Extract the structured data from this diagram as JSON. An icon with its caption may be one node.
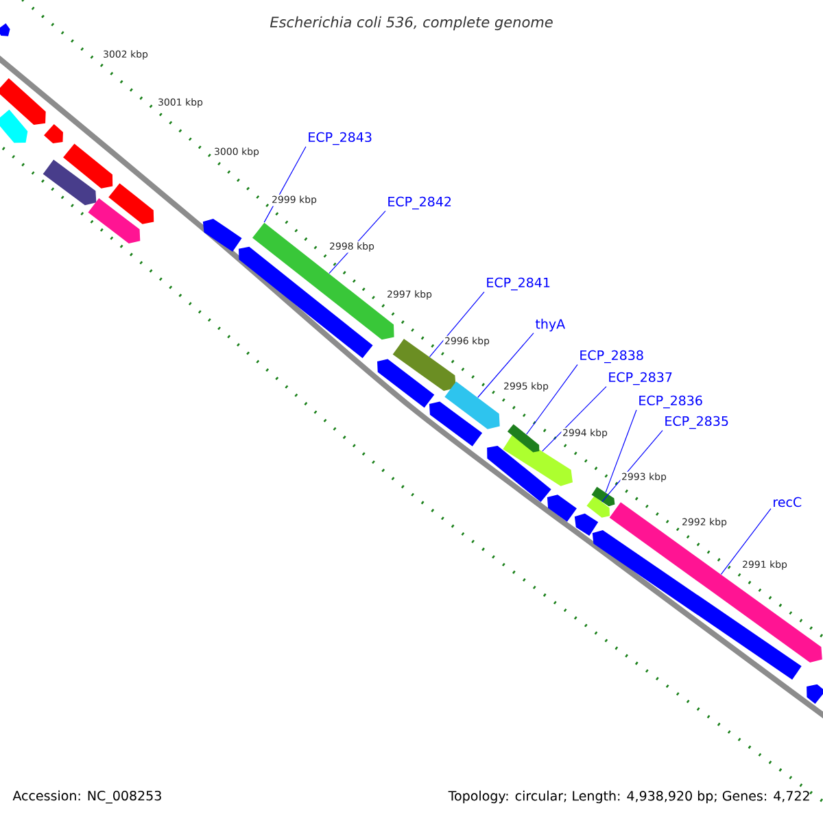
{
  "diagram": {
    "title": "Escherichia coli 536, complete genome",
    "nodes": [
      {
        "text": [
          "ECP_2843"
        ]
      },
      {
        "text": [
          "ECP_2842"
        ]
      },
      {
        "text": [
          "ECP_2841"
        ]
      },
      {
        "text": [
          "thyA"
        ]
      },
      {
        "text": [
          "ECP_2838"
        ]
      },
      {
        "text": [
          "ECP_2837"
        ]
      },
      {
        "text": [
          "ECP_2836"
        ]
      },
      {
        "text": [
          "ECP_2835"
        ]
      },
      {
        "text": [
          "recC"
        ]
      },
      {
        "text": [],
        "shape": "bar"
      },
      {
        "text": [],
        "shape": "bar"
      },
      {
        "text": [],
        "shape": "bar"
      },
      {
        "text": [],
        "shape": "bar"
      },
      {
        "text": [],
        "shape": "bar"
      },
      {
        "text": [],
        "shape": "bar"
      },
      {
        "text": [],
        "shape": "bar"
      },
      {
        "text": [],
        "shape": "bar"
      },
      {
        "text": [],
        "shape": "bar"
      },
      {
        "text": [],
        "shape": "bar"
      },
      {
        "text": [],
        "shape": "bar"
      },
      {
        "text": [],
        "shape": "bar"
      },
      {
        "text": [],
        "shape": "bar"
      },
      {
        "text": [],
        "shape": "bar"
      },
      {
        "text": [],
        "shape": "bar"
      },
      {
        "text": [],
        "shape": "bar"
      },
      {
        "text": [],
        "shape": "bar"
      },
      {
        "text": [],
        "shape": "bar"
      },
      {
        "text": [],
        "shape": "bar"
      },
      {
        "text": [],
        "shape": "bar"
      },
      {
        "text": [],
        "shape": "bar"
      },
      {
        "text": [],
        "shape": "bar"
      },
      {
        "text": [],
        "shape": "bar"
      },
      {
        "text": [],
        "shape": "bar"
      },
      {
        "text": [],
        "shape": "bar"
      }
    ],
    "edges": [
      {
        "from": 0,
        "to": 19,
        "arrow": "none"
      },
      {
        "from": 1,
        "to": 19,
        "arrow": "none"
      },
      {
        "from": 2,
        "to": 21,
        "arrow": "none"
      },
      {
        "from": 3,
        "to": 23,
        "arrow": "none"
      },
      {
        "from": 4,
        "to": 26,
        "arrow": "none"
      },
      {
        "from": 5,
        "to": 25,
        "arrow": "none"
      },
      {
        "from": 6,
        "to": 30,
        "arrow": "none"
      },
      {
        "from": 7,
        "to": 29,
        "arrow": "none"
      },
      {
        "from": 8,
        "to": 32,
        "arrow": "none"
      }
    ],
    "labels": [
      "3002 kbp",
      "3001 kbp",
      "3000 kbp",
      "2999 kbp",
      "2998 kbp",
      "2997 kbp",
      "2996 kbp",
      "2995 kbp",
      "2994 kbp",
      "2993 kbp",
      "2992 kbp",
      "2991 kbp",
      "Accession: NC_008253",
      "Topology: circular; Length: 4,938,920 bp; Genes: 4,722"
    ]
  }
}
